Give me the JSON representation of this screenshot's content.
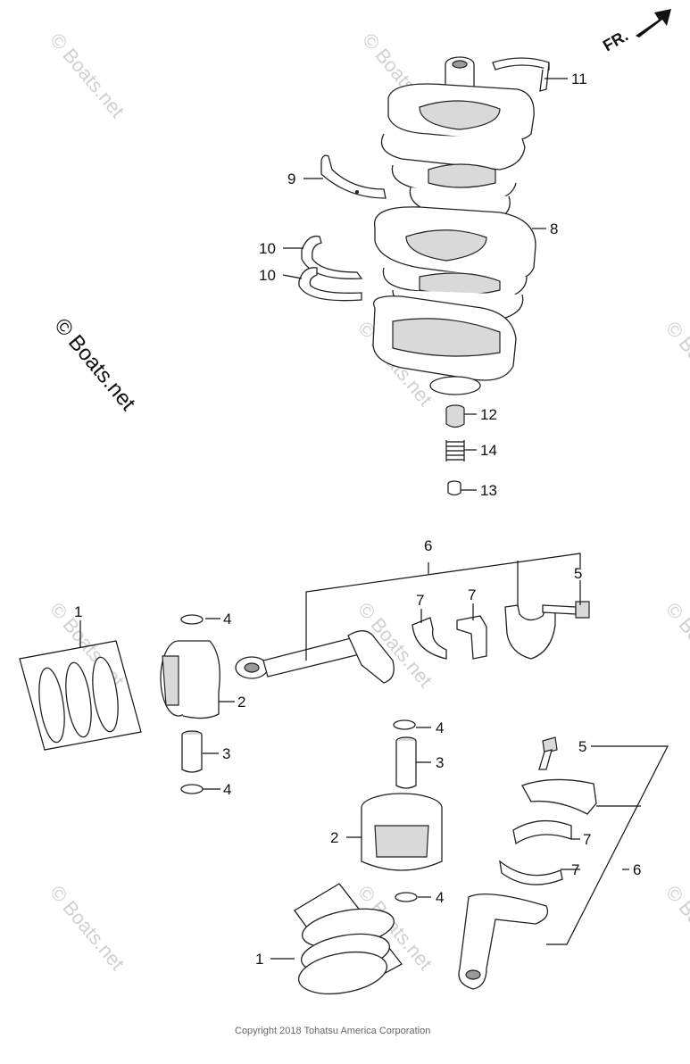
{
  "watermark": "© Boats.net",
  "copyright": "Copyright 2018 Tohatsu America Corporation",
  "direction_label": "FR.",
  "callouts": {
    "c11": "11",
    "c9": "9",
    "c8": "8",
    "c10a": "10",
    "c10b": "10",
    "c12": "12",
    "c14": "14",
    "c13": "13",
    "c6top": "6",
    "c5top": "5",
    "c7a": "7",
    "c7b": "7",
    "c1top": "1",
    "c4a": "4",
    "c2top": "2",
    "c3top": "3",
    "c4b": "4",
    "c4c": "4",
    "c3bot": "3",
    "c5bot": "5",
    "c2bot": "2",
    "c7c": "7",
    "c7d": "7",
    "c6bot": "6",
    "c4d": "4",
    "c1bot": "1"
  }
}
